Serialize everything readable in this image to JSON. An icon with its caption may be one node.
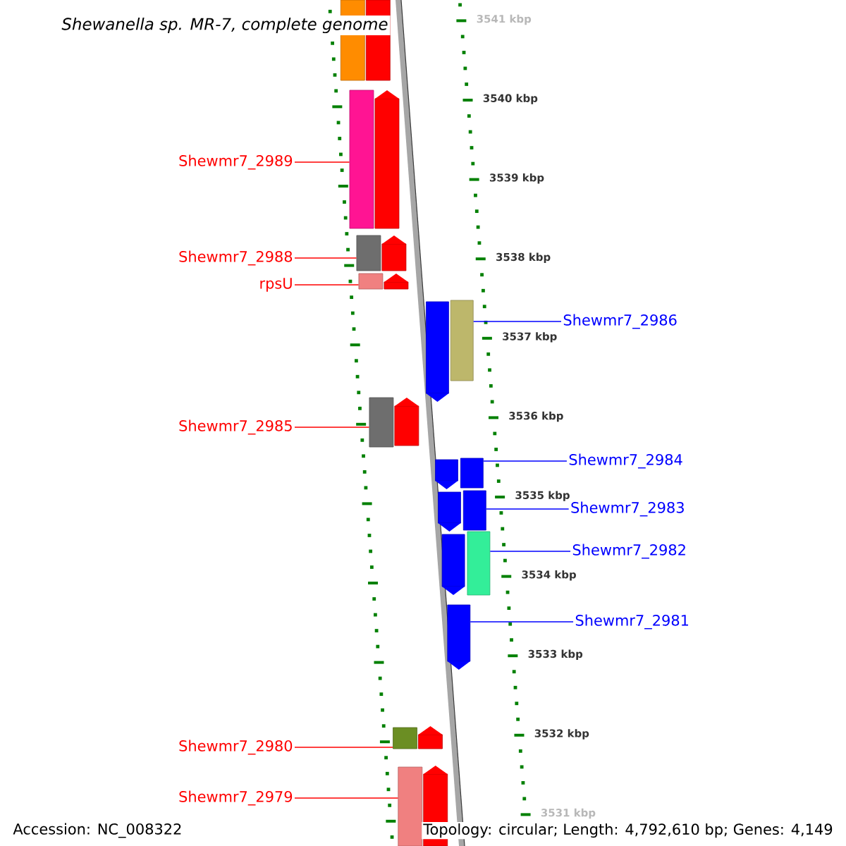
{
  "diagram": {
    "title": "Shewanella sp. MR-7, complete genome",
    "nodes": [
      {
        "text": [
          "Shewmr7_2989"
        ]
      },
      {
        "text": [],
        "shape": "bar"
      },
      {
        "text": [
          "Shewmr7_2988"
        ]
      },
      {
        "text": [],
        "shape": "bar"
      },
      {
        "text": [
          "rpsU"
        ]
      },
      {
        "text": [],
        "shape": "bar"
      },
      {
        "text": [
          "Shewmr7_2986"
        ]
      },
      {
        "text": [],
        "shape": "bar"
      },
      {
        "text": [
          "Shewmr7_2985"
        ]
      },
      {
        "text": [],
        "shape": "bar"
      },
      {
        "text": [
          "Shewmr7_2984"
        ]
      },
      {
        "text": [],
        "shape": "bar"
      },
      {
        "text": [
          "Shewmr7_2983"
        ]
      },
      {
        "text": [],
        "shape": "bar"
      },
      {
        "text": [
          "Shewmr7_2982"
        ]
      },
      {
        "text": [],
        "shape": "bar"
      },
      {
        "text": [
          "Shewmr7_2981"
        ]
      },
      {
        "text": [],
        "shape": "bar"
      },
      {
        "text": [
          "Shewmr7_2980"
        ]
      },
      {
        "text": [],
        "shape": "bar"
      },
      {
        "text": [
          "Shewmr7_2979"
        ]
      },
      {
        "text": [],
        "shape": "bar"
      },
      {
        "text": [],
        "shape": "bar"
      },
      {
        "text": [],
        "shape": "bar"
      },
      {
        "text": [],
        "shape": "bar"
      },
      {
        "text": [],
        "shape": "bar"
      },
      {
        "text": [],
        "shape": "bar"
      },
      {
        "text": [],
        "shape": "bar"
      },
      {
        "text": [],
        "shape": "bar"
      },
      {
        "text": [],
        "shape": "bar"
      },
      {
        "text": [],
        "shape": "bar"
      },
      {
        "text": [],
        "shape": "bar"
      },
      {
        "text": [],
        "shape": "bar"
      },
      {
        "text": [],
        "shape": "bar"
      }
    ],
    "edges": [
      {
        "from": 0,
        "to": 1,
        "arrow": "none",
        "color": "#ff0000"
      },
      {
        "from": 2,
        "to": 3,
        "arrow": "none",
        "color": "#ff0000"
      },
      {
        "from": 4,
        "to": 5,
        "arrow": "none",
        "color": "#ff0000"
      },
      {
        "from": 6,
        "to": 7,
        "arrow": "none",
        "color": "#0000ff"
      },
      {
        "from": 8,
        "to": 9,
        "arrow": "none",
        "color": "#ff0000"
      },
      {
        "from": 10,
        "to": 11,
        "arrow": "none",
        "color": "#0000ff"
      },
      {
        "from": 12,
        "to": 13,
        "arrow": "none",
        "color": "#0000ff"
      },
      {
        "from": 14,
        "to": 15,
        "arrow": "none",
        "color": "#0000ff"
      },
      {
        "from": 16,
        "to": 17,
        "arrow": "none",
        "color": "#0000ff"
      },
      {
        "from": 18,
        "to": 19,
        "arrow": "none",
        "color": "#ff0000"
      },
      {
        "from": 20,
        "to": 21,
        "arrow": "none",
        "color": "#ff0000"
      }
    ],
    "labels": [
      "3541 kbp",
      "3540 kbp",
      "3539 kbp",
      "3538 kbp",
      "3537 kbp",
      "3536 kbp",
      "3535 kbp",
      "3534 kbp",
      "3533 kbp",
      "3532 kbp",
      "3531 kbp",
      "Accession: NC_008322",
      "Topology: circular; Length: 4,792,610 bp; Genes: 4,149"
    ]
  }
}
